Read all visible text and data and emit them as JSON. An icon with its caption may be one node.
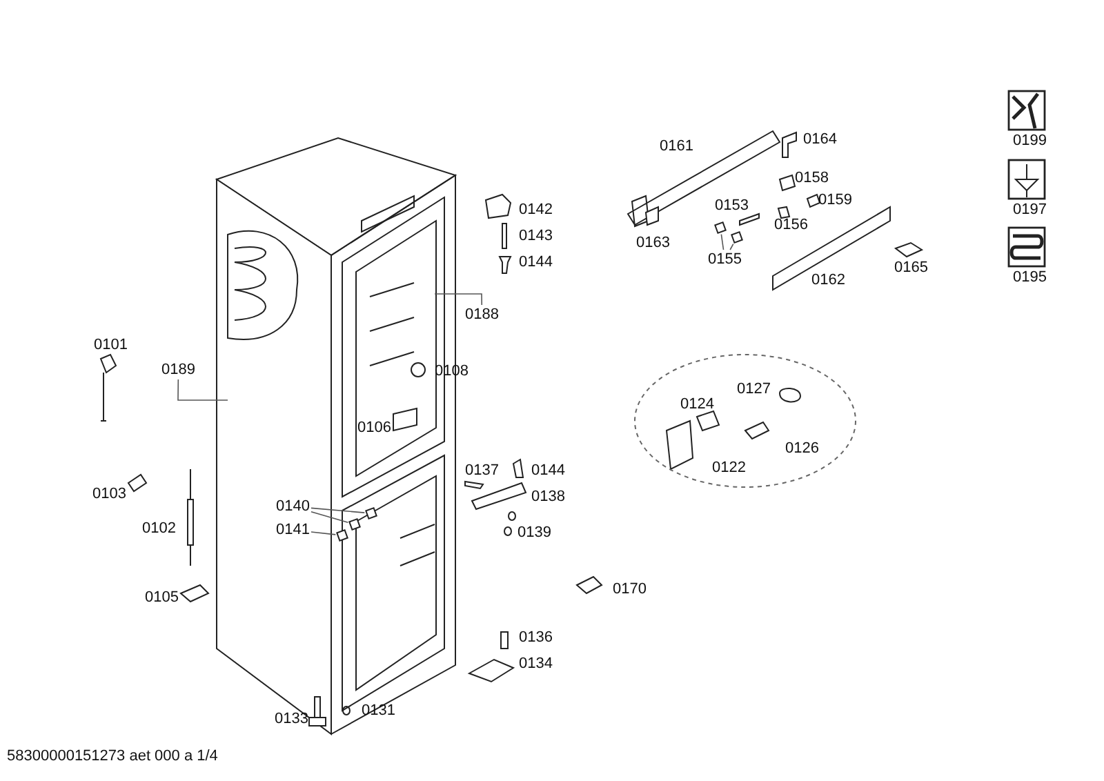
{
  "diagram": {
    "caption": "58300000151273 aet 000 a 1/4",
    "nodes": [
      {
        "text": [
          "0189"
        ]
      },
      {
        "text": [
          "0188"
        ]
      },
      {
        "text": [
          "0140"
        ]
      },
      {
        "text": [
          "0141"
        ]
      },
      {
        "text": [
          "0155"
        ]
      },
      {
        "text": [],
        "shape": "box"
      },
      {
        "text": [],
        "shape": "box"
      },
      {
        "text": [],
        "shape": "box"
      },
      {
        "text": [],
        "shape": "box"
      },
      {
        "text": [],
        "shape": "box"
      }
    ],
    "edges": [
      {
        "from": 0,
        "to": null,
        "arrow": "none"
      },
      {
        "from": 1,
        "to": null,
        "arrow": "none"
      },
      {
        "from": 2,
        "to": 5,
        "arrow": "none"
      },
      {
        "from": 2,
        "to": 6,
        "arrow": "none"
      },
      {
        "from": 3,
        "to": 7,
        "arrow": "none"
      },
      {
        "from": 4,
        "to": 8,
        "arrow": "none"
      },
      {
        "from": 4,
        "to": 9,
        "arrow": "none"
      }
    ],
    "labels": [
      "0161",
      "0164",
      "0199",
      "0158",
      "0142",
      "0153",
      "0159",
      "0197",
      "0156",
      "0143",
      "0163",
      "0165",
      "0144",
      "0162",
      "0195",
      "0101",
      "0108",
      "0127",
      "0124",
      "0106",
      "0126",
      "0122",
      "0137",
      "0144",
      "0103",
      "0138",
      "0139",
      "0102",
      "0170",
      "0105",
      "0136",
      "0134",
      "0133",
      "0131"
    ]
  }
}
